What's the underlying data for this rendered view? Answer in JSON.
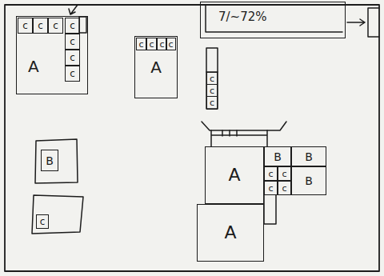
{
  "diagram": {
    "nodes": [
      {
        "text": [
          "A"
        ]
      },
      {
        "text": [
          "c"
        ],
        "in": 0
      },
      {
        "text": [
          "c"
        ],
        "in": 0
      },
      {
        "text": [
          "c"
        ],
        "in": 0
      },
      {
        "text": [
          "c"
        ],
        "in": 0
      },
      {
        "text": [
          "c"
        ],
        "in": 0
      },
      {
        "text": [
          "c"
        ],
        "in": 0
      },
      {
        "text": [
          "c"
        ],
        "in": 0
      },
      {
        "text": [
          "A"
        ]
      },
      {
        "text": [
          "c"
        ],
        "in": 8
      },
      {
        "text": [
          "c"
        ],
        "in": 8
      },
      {
        "text": [
          "c"
        ],
        "in": 8
      },
      {
        "text": [
          "c"
        ],
        "in": 8
      },
      {
        "text": [
          "c"
        ]
      },
      {
        "text": [
          "c"
        ]
      },
      {
        "text": [
          "c"
        ]
      },
      {
        "text": [
          "7/~72%"
        ]
      },
      {
        "text": [
          "B"
        ]
      },
      {
        "text": [
          "A"
        ]
      },
      {
        "text": [
          "B"
        ]
      },
      {
        "text": [
          "B"
        ]
      },
      {
        "text": [
          "c"
        ]
      },
      {
        "text": [
          "c"
        ]
      },
      {
        "text": [
          "c"
        ]
      },
      {
        "text": [
          "c"
        ]
      },
      {
        "text": [
          "B"
        ]
      },
      {
        "text": [
          "A"
        ]
      },
      {
        "text": [
          "c"
        ]
      }
    ]
  }
}
